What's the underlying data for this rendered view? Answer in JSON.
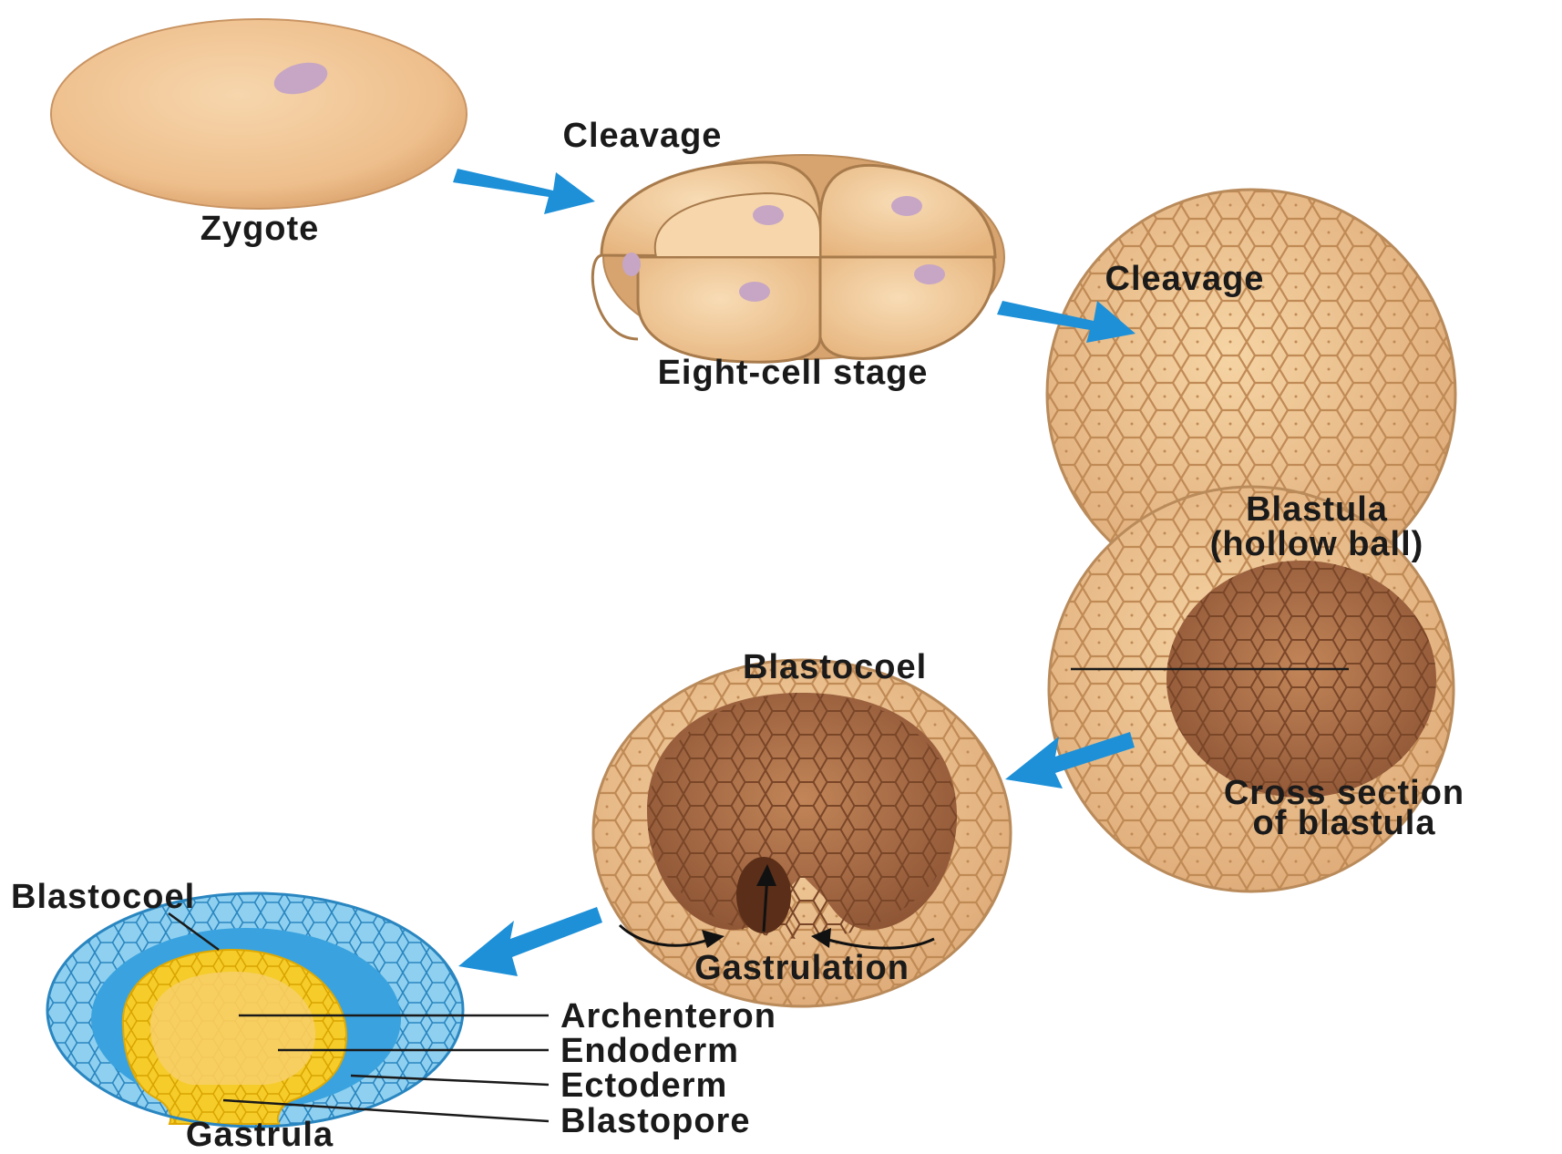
{
  "stages": {
    "zygote": "Zygote",
    "cleavage_1": "Cleavage",
    "eight_cell": "Eight-cell stage",
    "cleavage_2": "Cleavage",
    "blastula_line1": "Blastula",
    "blastula_line2": "(hollow ball)",
    "blastocoel_1": "Blastocoel",
    "cross_section_line1": "Cross section",
    "cross_section_line2": "of blastula",
    "gastrulation": "Gastrulation",
    "blastocoel_2": "Blastocoel",
    "archenteron": "Archenteron",
    "endoderm": "Endoderm",
    "ectoderm": "Ectoderm",
    "blastopore": "Blastopore",
    "gastrula": "Gastrula"
  },
  "colors": {
    "cell_tan": "#f2c594",
    "cell_outline": "#b98a5a",
    "blastocoel_brown": "#a86a45",
    "arrow_blue": "#1e90d8",
    "ectoderm_blue": "#4db3e6",
    "endoderm_yellow": "#f5cc2a"
  }
}
